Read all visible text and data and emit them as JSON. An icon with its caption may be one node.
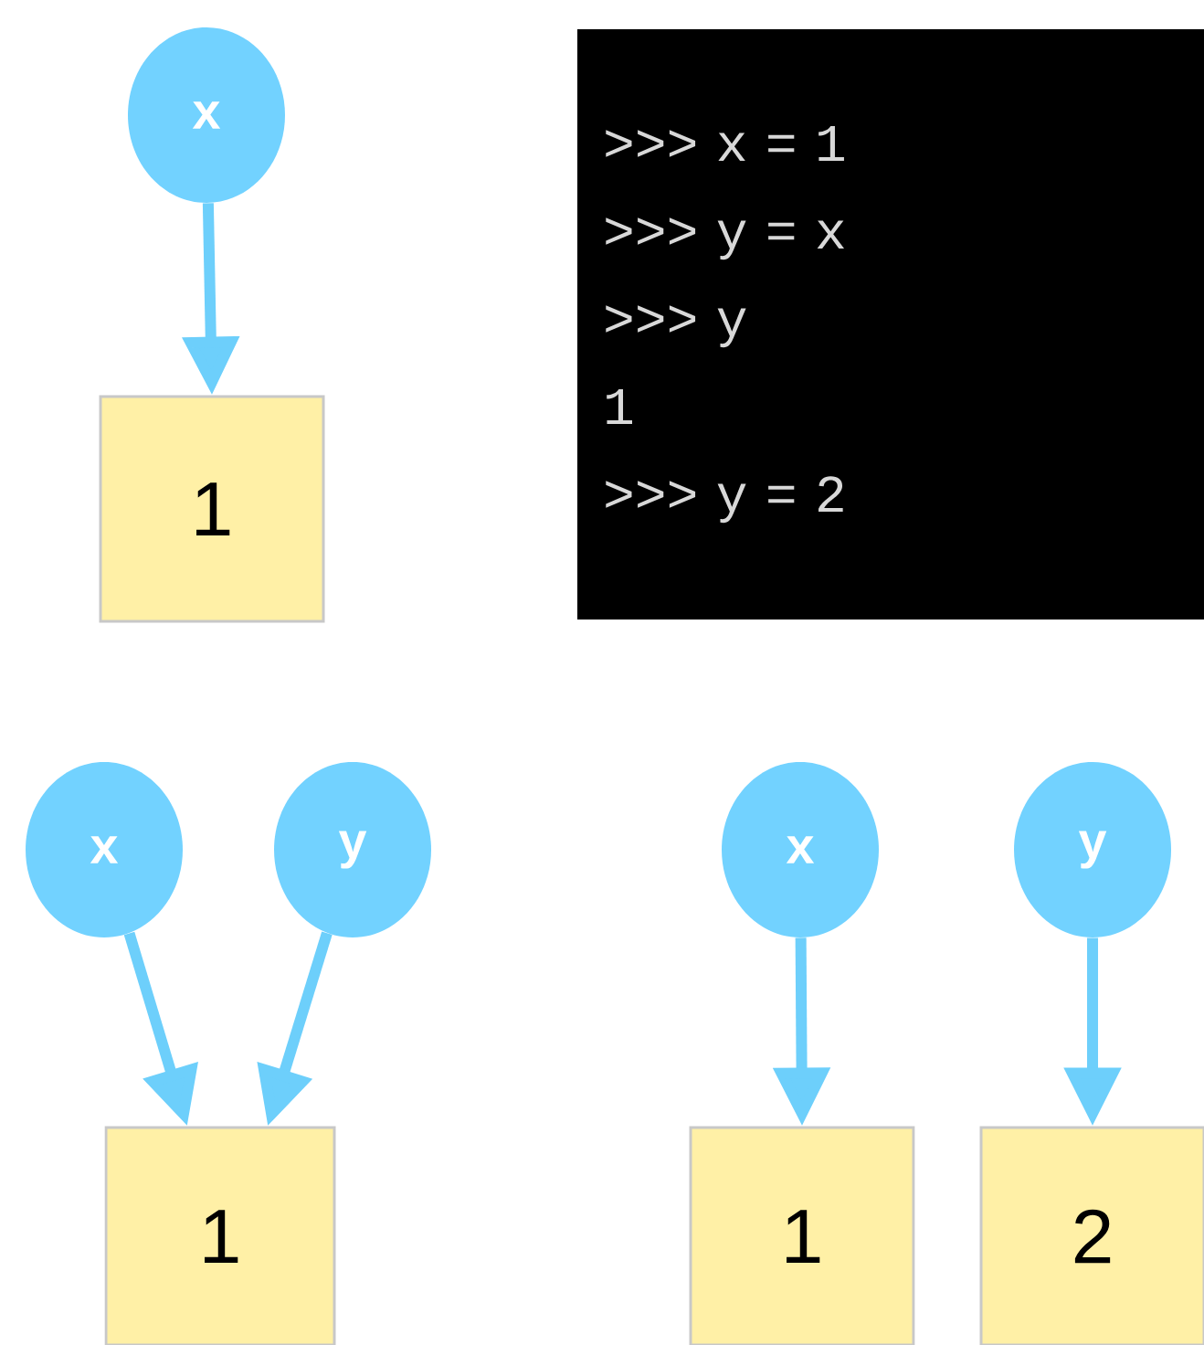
{
  "diagram": {
    "nodes": [
      {
        "text": [
          "x"
        ]
      },
      {
        "text": [
          "1"
        ]
      },
      {
        "text": [
          ">>> x = 1",
          ">>> y = x",
          ">>> y",
          "1",
          ">>> y = 2"
        ]
      },
      {
        "text": [
          "x"
        ]
      },
      {
        "text": [
          "y"
        ]
      },
      {
        "text": [
          "1"
        ]
      },
      {
        "text": [
          "x"
        ]
      },
      {
        "text": [
          "y"
        ]
      },
      {
        "text": [
          "1"
        ]
      },
      {
        "text": [
          "2"
        ]
      }
    ],
    "edges": [
      {
        "from": 0,
        "to": 1,
        "arrow": "to"
      },
      {
        "from": 3,
        "to": 5,
        "arrow": "to"
      },
      {
        "from": 4,
        "to": 5,
        "arrow": "to"
      },
      {
        "from": 6,
        "to": 8,
        "arrow": "to"
      },
      {
        "from": 7,
        "to": 9,
        "arrow": "to"
      }
    ]
  }
}
